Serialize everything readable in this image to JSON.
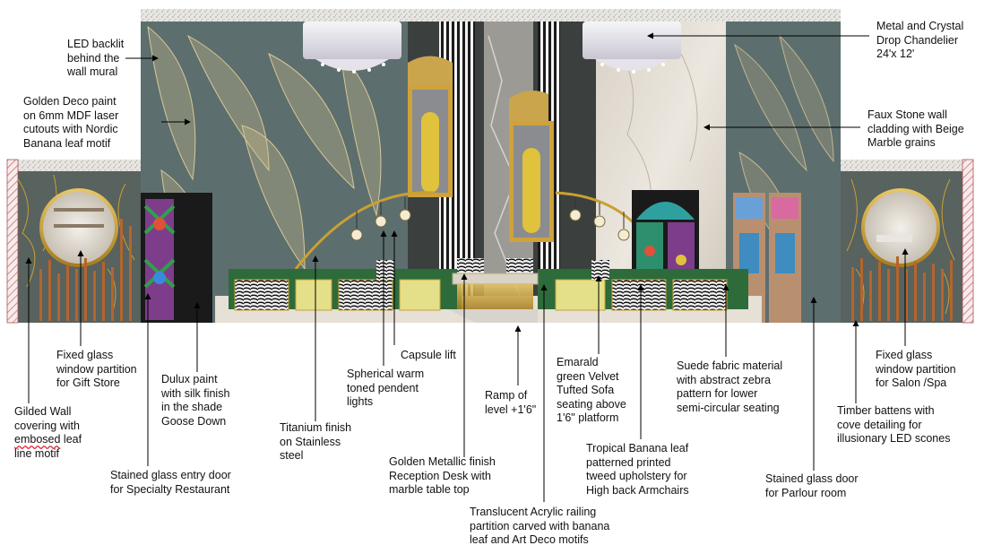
{
  "annotations": {
    "led_backlit": "LED backlit\nbehind the\nwall mural",
    "golden_deco": "Golden Deco paint\non 6mm MDF laser\ncutouts with Nordic\nBanana leaf motif",
    "chandelier": "Metal and Crystal\nDrop Chandelier\n24'x 12'",
    "faux_stone": "Faux Stone wall\ncladding with Beige\nMarble grains",
    "gift_store": "Fixed glass\nwindow partition\nfor Gift Store",
    "gilded_wall_1": "Gilded Wall\ncovering with\n",
    "gilded_wall_2": "embosed",
    "gilded_wall_3": " leaf\nline motif",
    "stained_restaurant": "Stained glass entry door\nfor Specialty Restaurant",
    "dulux": "Dulux paint\nwith silk finish\nin the shade\nGoose Down",
    "titanium": "Titanium finish\non Stainless\nsteel",
    "spherical": "Spherical warm\ntoned pendent\nlights",
    "capsule": "Capsule lift",
    "golden_desk": "Golden Metallic finish\nReception Desk with\nmarble table top",
    "ramp": "Ramp of\nlevel +1'6\"",
    "acrylic": "Translucent Acrylic railing\npartition carved with banana\nleaf and Art Deco  motifs",
    "emerald": "Emarald\ngreen Velvet\nTufted Sofa\nseating above\n1'6\" platform",
    "tropical": "Tropical Banana leaf\npatterned printed\ntweed upholstery for\nHigh back Armchairs",
    "suede": "Suede fabric material\nwith abstract zebra\npattern for lower\nsemi-circular seating",
    "salon": "Fixed glass\nwindow partition\nfor Salon /Spa",
    "timber": "Timber battens with\ncove detailing for\nillusionary LED scones",
    "parlour": "Stained glass door\nfor Parlour room"
  },
  "colors": {
    "wall_teal": "#5d6e6e",
    "gold": "#c9a032",
    "marble": "#d9d3c8",
    "velvet_green": "#2e6b3a",
    "stripe_dark": "#1c1c1c"
  }
}
